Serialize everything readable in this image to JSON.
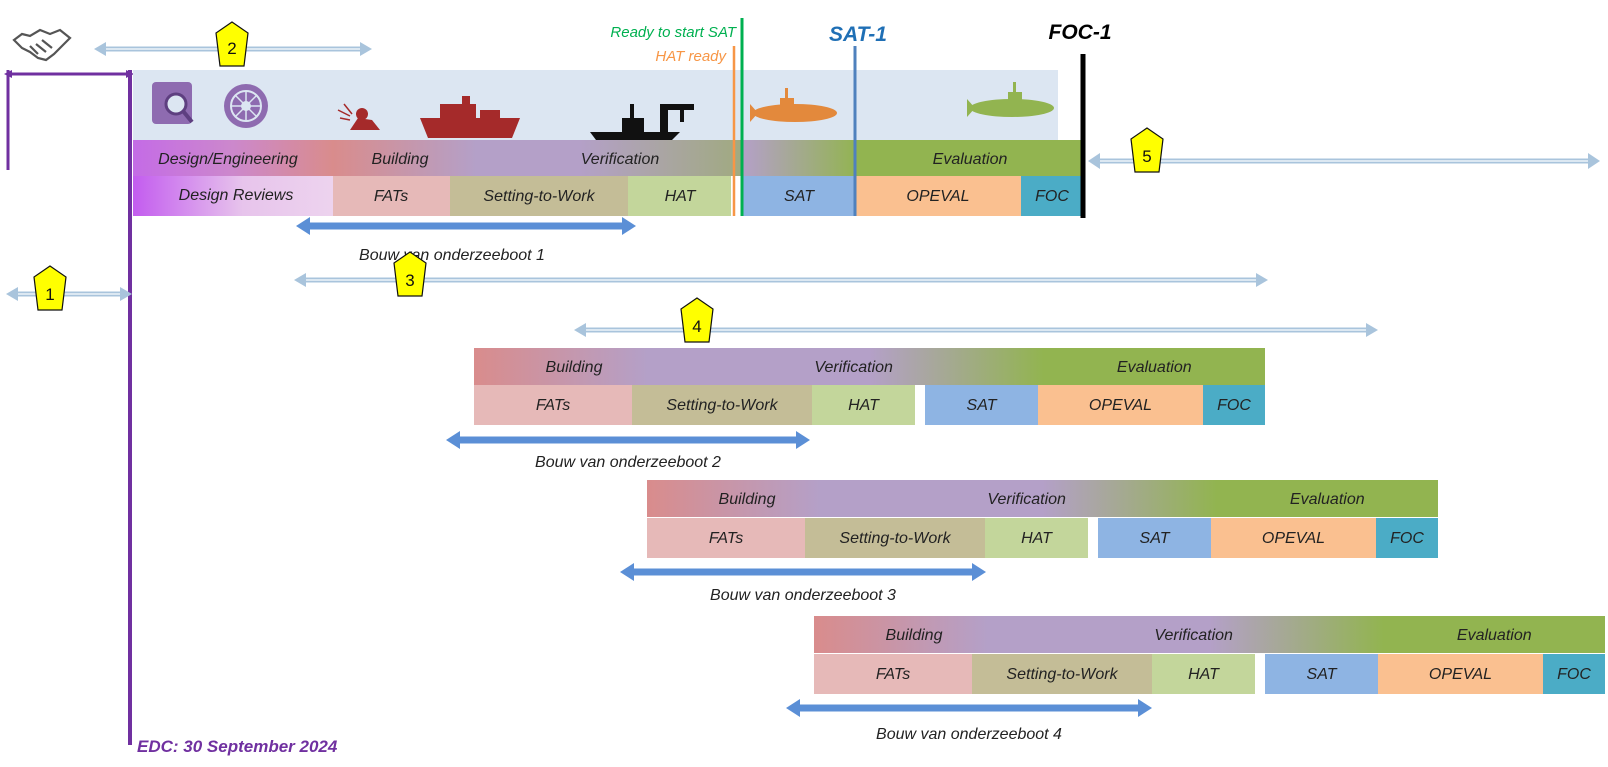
{
  "milestones": {
    "ready_sat": "Ready to start SAT",
    "hat_ready": "HAT ready",
    "sat1": "SAT-1",
    "foc1": "FOC-1",
    "edc": "EDC: 30 September 2024"
  },
  "badges": [
    "1",
    "2",
    "3",
    "4",
    "5"
  ],
  "boat1": {
    "phases": [
      "Design/Engineering",
      "Building",
      "Verification",
      "Evaluation"
    ],
    "sub": [
      "Design Reviews",
      "FATs",
      "Setting-to-Work",
      "HAT",
      "SAT",
      "OPEVAL",
      "FOC"
    ],
    "caption": "Bouw van onderzeeboot 1"
  },
  "boats": [
    {
      "phases": [
        "Building",
        "Verification",
        "Evaluation"
      ],
      "sub": [
        "FATs",
        "Setting-to-Work",
        "HAT",
        "SAT",
        "OPEVAL",
        "FOC"
      ],
      "caption": "Bouw van onderzeeboot 2"
    },
    {
      "phases": [
        "Building",
        "Verification",
        "Evaluation"
      ],
      "sub": [
        "FATs",
        "Setting-to-Work",
        "HAT",
        "SAT",
        "OPEVAL",
        "FOC"
      ],
      "caption": "Bouw van onderzeeboot 3"
    },
    {
      "phases": [
        "Building",
        "Verification",
        "Evaluation"
      ],
      "sub": [
        "FATs",
        "Setting-to-Work",
        "HAT",
        "SAT",
        "OPEVAL",
        "FOC"
      ],
      "caption": "Bouw van onderzeeboot 4"
    }
  ],
  "icons": [
    "handshake-icon",
    "document-search-icon",
    "propeller-icon",
    "welder-icon",
    "hull-section-icon",
    "submarine-crane-icon",
    "submarine-orange-icon",
    "submarine-green-icon"
  ],
  "colors": {
    "purple": "#7030A0",
    "verification": "#B4A0C8",
    "building": "#D98C8C",
    "evaluation": "#92B450",
    "fats": "#E6B9B8",
    "stw": "#C4BD97",
    "hat": "#C3D69B",
    "sat": "#8EB4E3",
    "opeval": "#FAC090",
    "foc": "#4BACC6",
    "band": "#DCE6F2",
    "blue_arrow": "#5B8FD6",
    "green_line": "#00B050",
    "orange_line": "#F79646",
    "sat1_line": "#4F81BD",
    "badge": "#FFFF00"
  }
}
